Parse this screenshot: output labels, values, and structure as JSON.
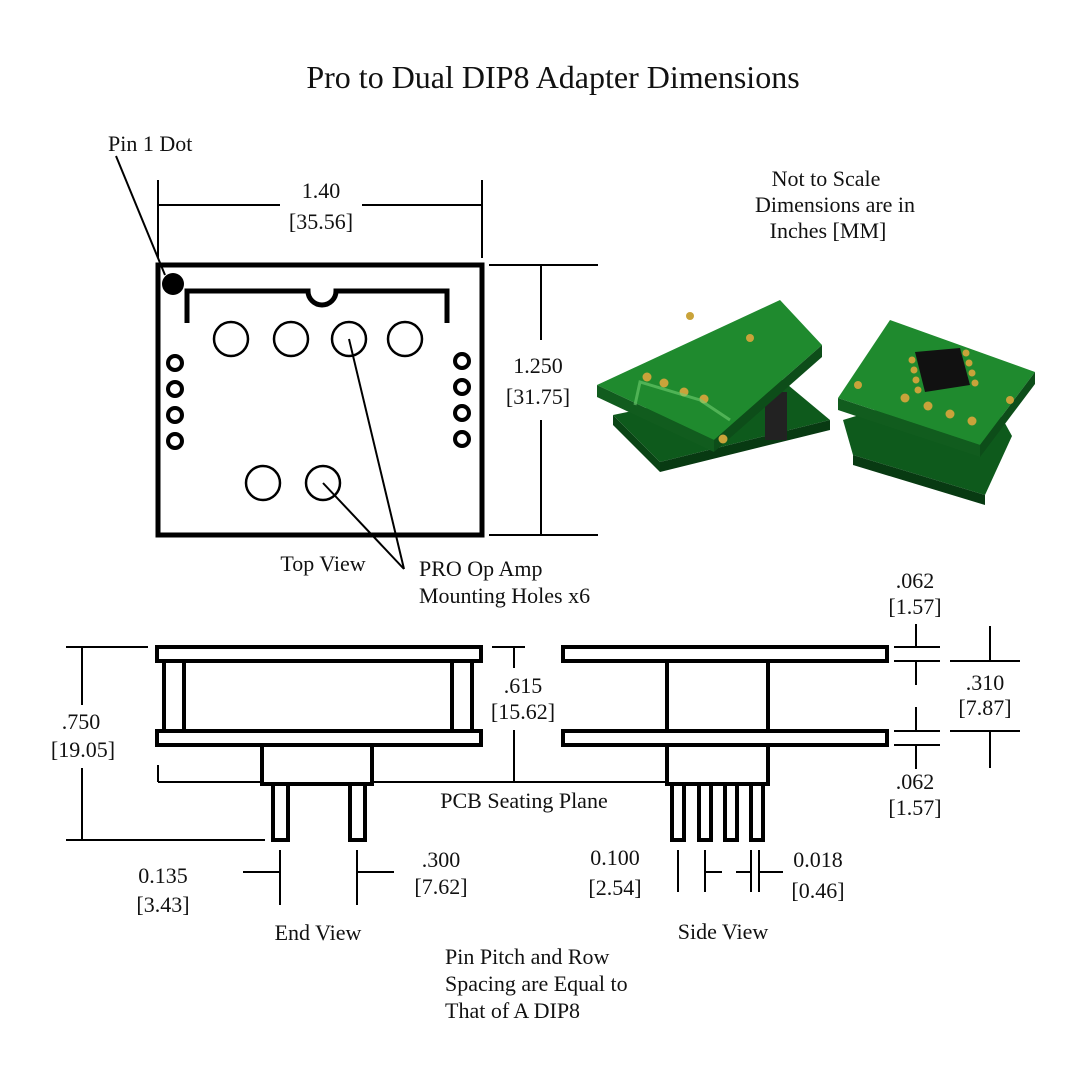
{
  "title": "Pro to Dual DIP8 Adapter Dimensions",
  "note": [
    "Not to Scale",
    "Dimensions are in",
    "Inches [MM]"
  ],
  "top_view": {
    "pin1_label": "Pin 1 Dot",
    "width": "1.40",
    "width_mm": "[35.56]",
    "height": "1.250",
    "height_mm": "[31.75]",
    "caption": "Top View",
    "holes_label": [
      "PRO Op Amp",
      "Mounting Holes x6"
    ]
  },
  "end_view": {
    "overall_height": ".750",
    "overall_height_mm": "[19.05]",
    "board_gap": ".615",
    "board_gap_mm": "[15.62]",
    "seating_plane": "PCB Seating Plane",
    "pin_length": "0.135",
    "pin_length_mm": "[3.43]",
    "row_spacing": ".300",
    "row_spacing_mm": "[7.62]",
    "caption": "End View"
  },
  "side_view": {
    "board_thickness_top": ".062",
    "board_thickness_top_mm": "[1.57]",
    "stack_height": ".310",
    "stack_height_mm": "[7.87]",
    "board_thickness_bottom": ".062",
    "board_thickness_bottom_mm": "[1.57]",
    "pin_pitch": "0.100",
    "pin_pitch_mm": "[2.54]",
    "pin_width": "0.018",
    "pin_width_mm": "[0.46]",
    "caption": "Side View"
  },
  "footnote": [
    "Pin Pitch and Row",
    "Spacing are Equal to",
    "That of  A DIP8"
  ],
  "colors": {
    "pcb_green": "#1f8a2e",
    "pcb_dark": "#0e5a1c",
    "gold": "#c9a33a"
  }
}
